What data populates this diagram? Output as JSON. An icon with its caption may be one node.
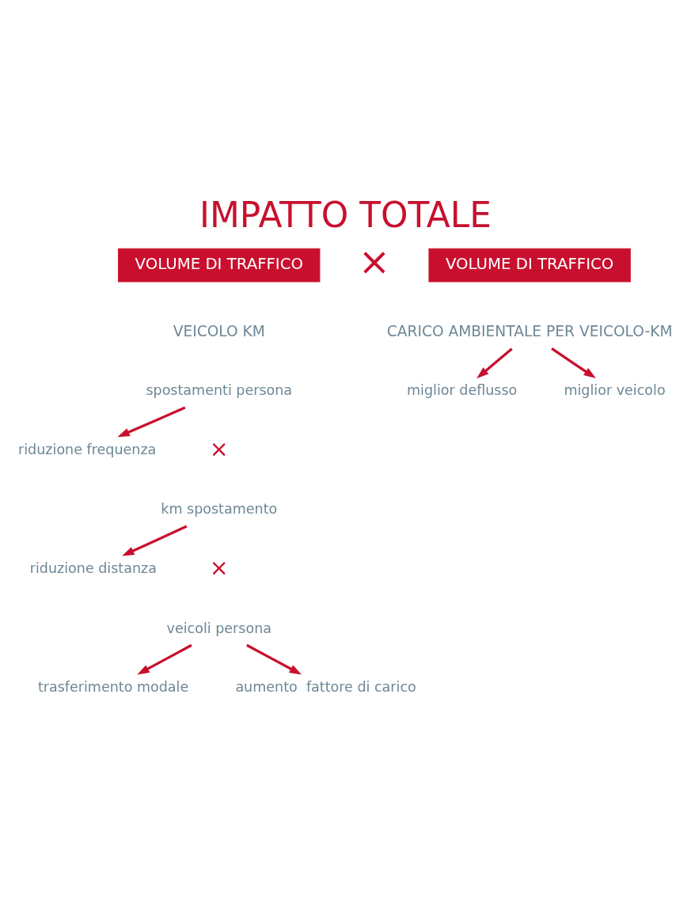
{
  "diagram": {
    "title": "IMPATTO TOTALE",
    "nodes": [
      {
        "text": [
          "VOLUME DI TRAFFICO"
        ]
      },
      {
        "text": [
          "VOLUME DI TRAFFICO"
        ]
      },
      {
        "text": [
          "VEICOLO KM"
        ]
      },
      {
        "text": [
          "CARICO AMBIENTALE PER VEICOLO-KM"
        ]
      },
      {
        "text": [
          "spostamenti persona"
        ]
      },
      {
        "text": [
          "km spostamento"
        ]
      },
      {
        "text": [
          "veicoli persona"
        ]
      },
      {
        "text": [
          "miglior deflusso"
        ]
      },
      {
        "text": [
          "miglior veicolo"
        ]
      },
      {
        "text": [
          "trasferimento modale"
        ]
      },
      {
        "text": [
          "aumento  fattore di carico"
        ]
      },
      {
        "text": [
          "riduzione distanza"
        ]
      },
      {
        "text": [
          "riduzione frequenza"
        ]
      }
    ],
    "edges": [
      {
        "from": 3,
        "to": 7,
        "arrow": "to"
      },
      {
        "from": 3,
        "to": 8,
        "arrow": "to"
      },
      {
        "from": 6,
        "to": 9,
        "arrow": "to"
      },
      {
        "from": 6,
        "to": 10,
        "arrow": "to"
      },
      {
        "from": 5,
        "to": 11,
        "arrow": "to"
      },
      {
        "from": 4,
        "to": 12,
        "arrow": "to"
      }
    ],
    "labels": [
      "×",
      "×",
      "×"
    ]
  }
}
